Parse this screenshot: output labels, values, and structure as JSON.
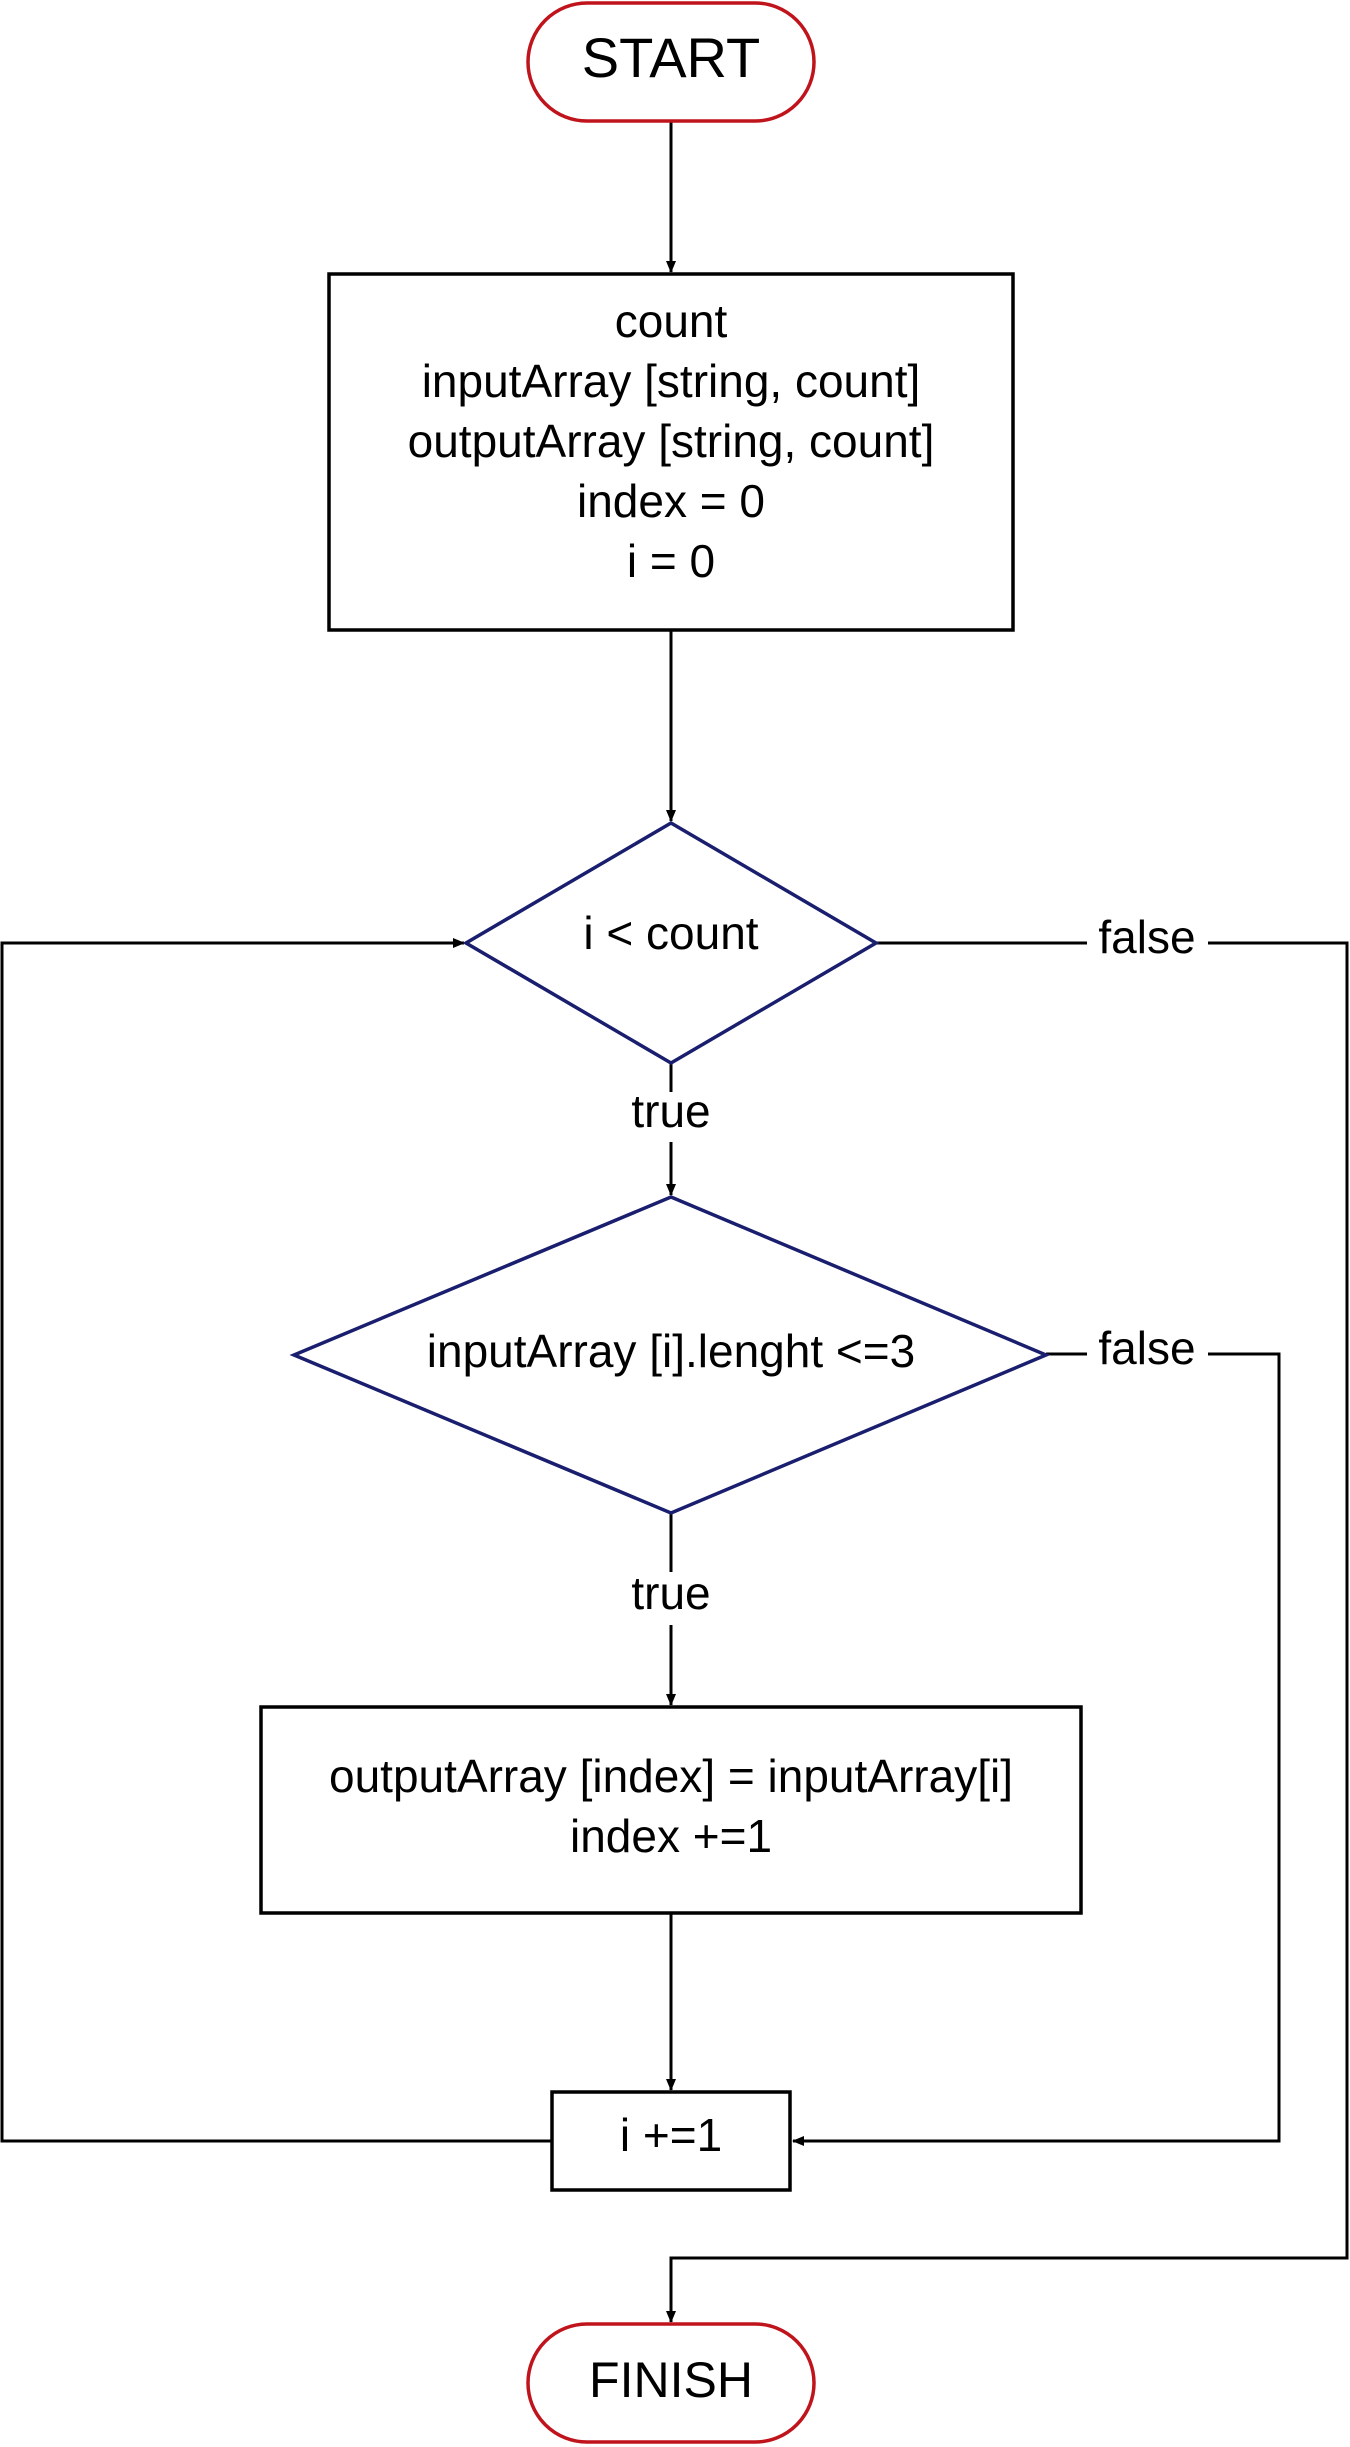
{
  "nodes": {
    "start": {
      "label": "START"
    },
    "init": {
      "lines": [
        "count",
        "inputArray [string, count]",
        "outputArray [string, count]",
        "index = 0",
        "i = 0"
      ]
    },
    "loop_condition": {
      "label": "i < count"
    },
    "length_condition": {
      "label": "inputArray [i].lenght <=3"
    },
    "assign": {
      "lines": [
        "outputArray [index] = inputArray[i]",
        "index +=1"
      ]
    },
    "increment": {
      "label": "i +=1"
    },
    "finish": {
      "label": "FINISH"
    }
  },
  "edge_labels": {
    "loop_true": "true",
    "loop_false": "false",
    "length_true": "true",
    "length_false": "false"
  },
  "colors": {
    "terminal_border": "#c0141c",
    "decision_border": "#1a1e6e",
    "process_border": "#000000",
    "connector": "#000000"
  }
}
